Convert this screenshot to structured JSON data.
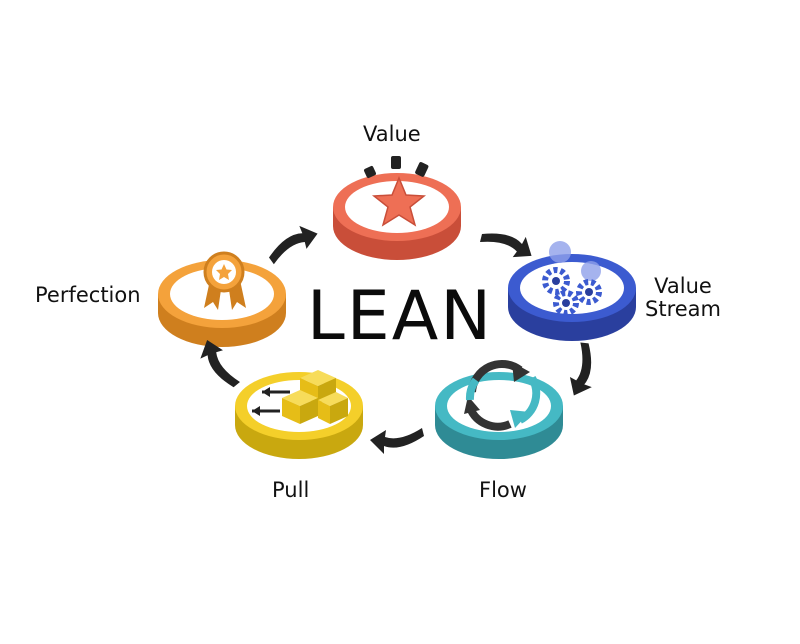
{
  "diagram": {
    "title": "LEAN",
    "stages": [
      {
        "label": "Value",
        "icon": "star-icon",
        "color": "#ee6f55",
        "dark": "#c94e39"
      },
      {
        "label": "Value\nStream",
        "icon": "gears-icon",
        "color": "#3c5bd0",
        "dark": "#2a3f9e"
      },
      {
        "label": "Flow",
        "icon": "cycle-arrows-icon",
        "color": "#45b9c4",
        "dark": "#2f8b95"
      },
      {
        "label": "Pull",
        "icon": "boxes-icon",
        "color": "#f4cf2a",
        "dark": "#c9a80f"
      },
      {
        "label": "Perfection",
        "icon": "award-ribbon-icon",
        "color": "#f4a23b",
        "dark": "#cf7f1e"
      }
    ],
    "arrow_color": "#222222"
  }
}
